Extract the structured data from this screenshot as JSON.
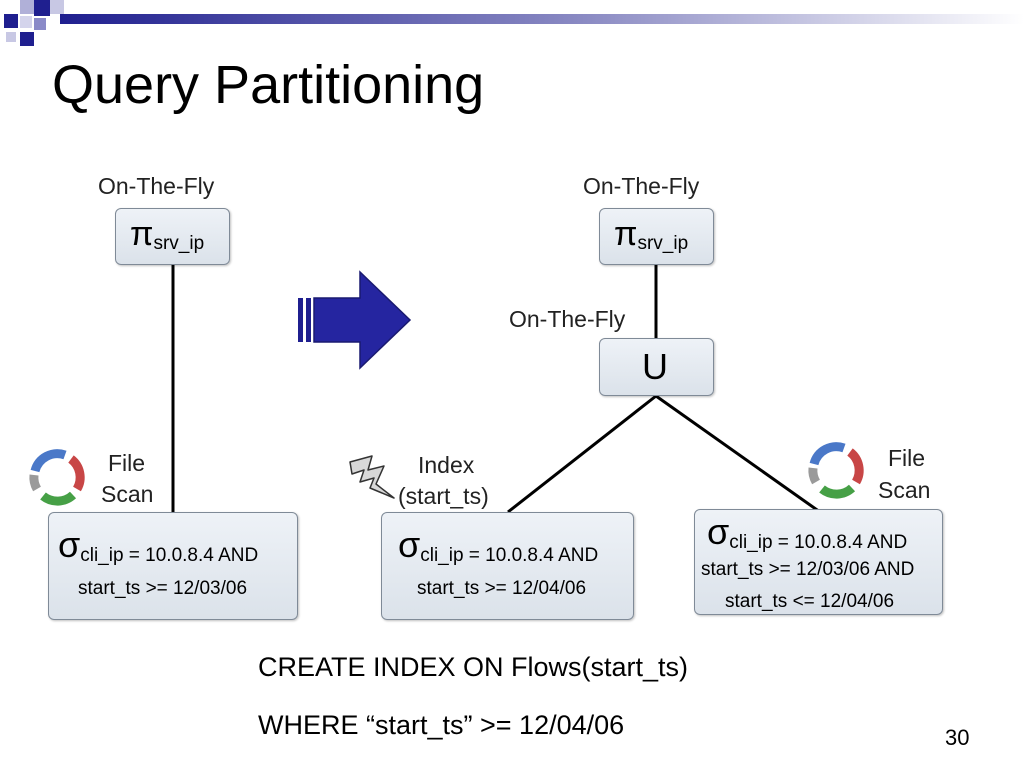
{
  "slide": {
    "title": "Query Partitioning",
    "page_number": "30"
  },
  "left_plan": {
    "top_label": "On-The-Fly",
    "projection": {
      "symbol": "π",
      "subscript": "srv_ip"
    },
    "scan_label_1": "File",
    "scan_label_2": "Scan",
    "selection": {
      "symbol": "σ",
      "subscript": "cli_ip = 10.0.8.4 AND",
      "line2": "start_ts >= 12/03/06"
    }
  },
  "right_plan": {
    "top_label": "On-The-Fly",
    "projection": {
      "symbol": "π",
      "subscript": "srv_ip"
    },
    "union_label": "On-The-Fly",
    "union_symbol": "U",
    "index_label_1": "Index",
    "index_label_2": "(start_ts)",
    "index_selection": {
      "symbol": "σ",
      "subscript": "cli_ip = 10.0.8.4 AND",
      "line2": "start_ts >= 12/04/06"
    },
    "scan_label_1": "File",
    "scan_label_2": "Scan",
    "scan_selection": {
      "symbol": "σ",
      "subscript": "cli_ip = 10.0.8.4 AND",
      "line2": "start_ts >= 12/03/06 AND",
      "line3": "start_ts <= 12/04/06"
    }
  },
  "sql": {
    "line1": "CREATE INDEX ON Flows(start_ts)",
    "line2": "WHERE “start_ts” >= 12/04/06"
  },
  "colors": {
    "accent": "#1f1f8f",
    "box_border": "#7f8a97",
    "box_fill": "#e3e9ef"
  },
  "icons": {
    "arrow": "right-arrow-icon",
    "scan": "cycle-icon",
    "index": "lightning-icon"
  }
}
